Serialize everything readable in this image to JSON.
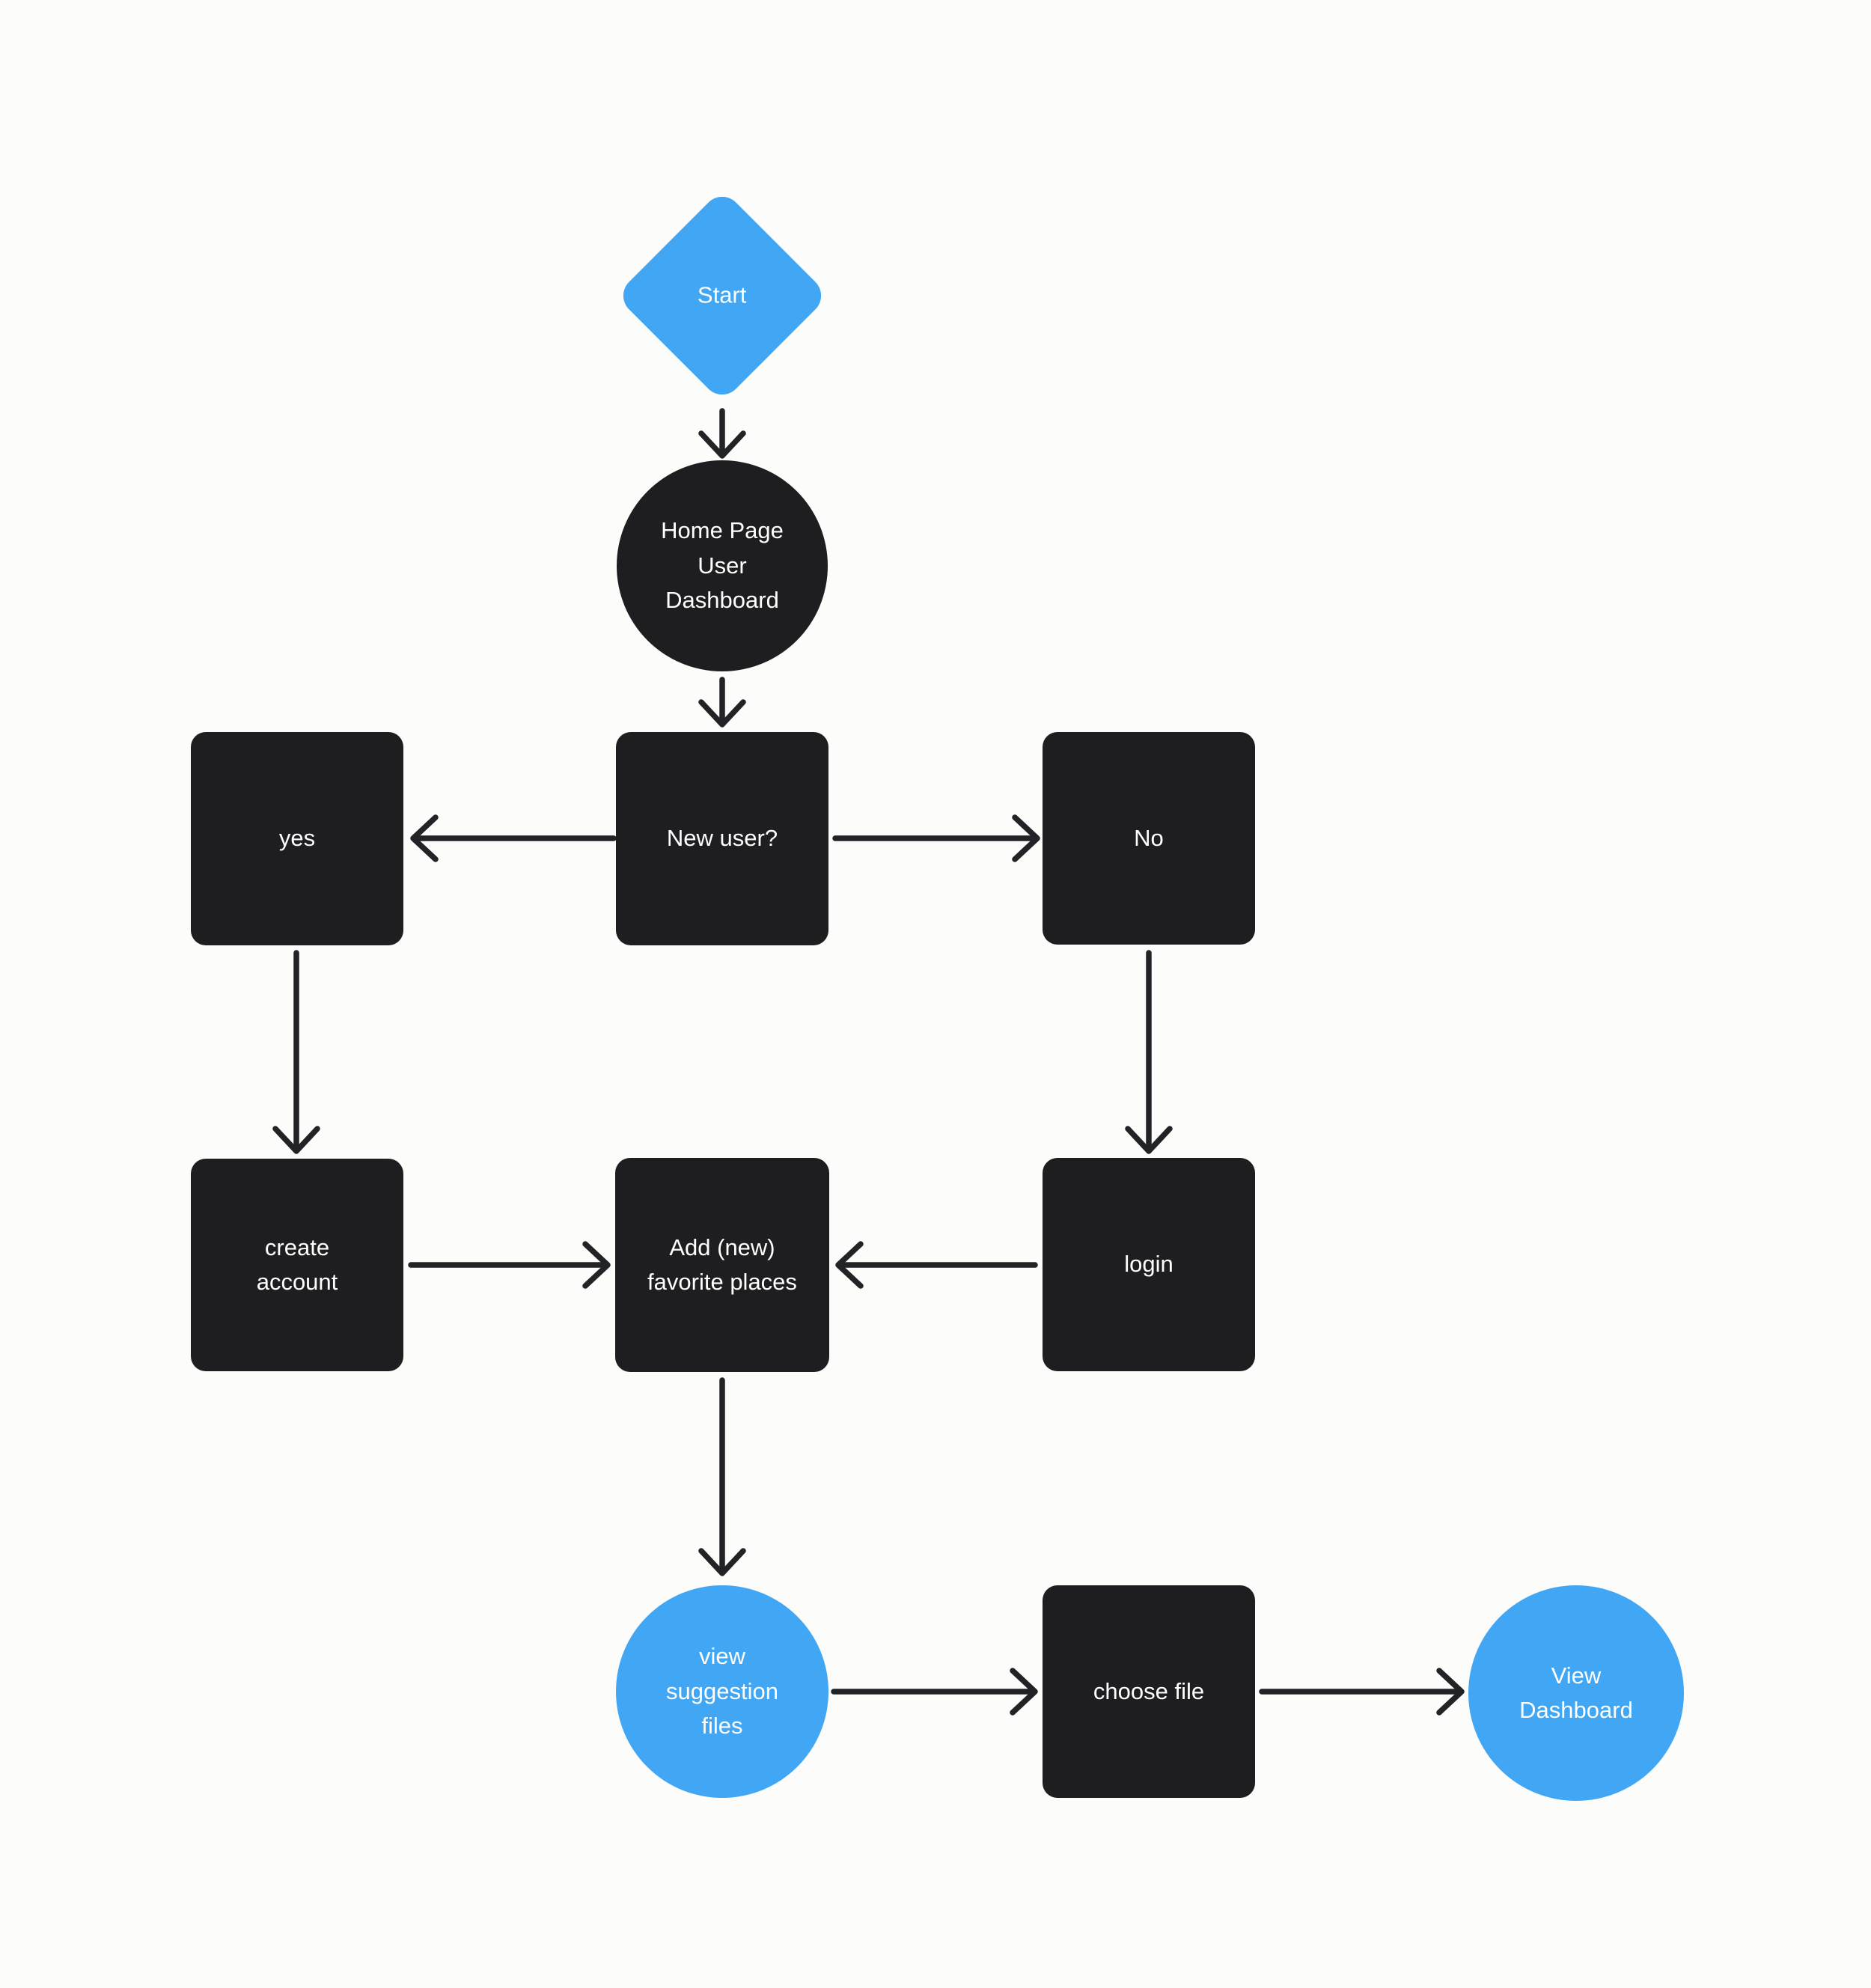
{
  "canvas": {
    "background": "#FCFCFB"
  },
  "colors": {
    "accent_blue": "#41A7F5",
    "node_dark": "#1E1E20",
    "arrow": "#222326",
    "label_text": "#FFFFFF"
  },
  "nodes": {
    "start": {
      "label": "Start",
      "shape": "diamond",
      "color": "blue"
    },
    "home_page": {
      "label": "Home Page\nUser\nDashboard",
      "shape": "circle",
      "color": "dark"
    },
    "new_user": {
      "label": "New user?",
      "shape": "square",
      "color": "dark"
    },
    "yes": {
      "label": "yes",
      "shape": "square",
      "color": "dark"
    },
    "no": {
      "label": "No",
      "shape": "square",
      "color": "dark"
    },
    "create_account": {
      "label": "create\naccount",
      "shape": "square",
      "color": "dark"
    },
    "add_favorite_places": {
      "label": "Add (new)\nfavorite places",
      "shape": "square",
      "color": "dark"
    },
    "login": {
      "label": "login",
      "shape": "square",
      "color": "dark"
    },
    "view_suggestion_files": {
      "label": "view\nsuggestion\nfiles",
      "shape": "circle",
      "color": "blue"
    },
    "choose_file": {
      "label": "choose file",
      "shape": "square",
      "color": "dark"
    },
    "view_dashboard": {
      "label": "View\nDashboard",
      "shape": "circle",
      "color": "blue"
    }
  },
  "edges": [
    {
      "from": "start",
      "to": "home_page",
      "direction": "down"
    },
    {
      "from": "home_page",
      "to": "new_user",
      "direction": "down"
    },
    {
      "from": "new_user",
      "to": "yes",
      "direction": "left"
    },
    {
      "from": "new_user",
      "to": "no",
      "direction": "right"
    },
    {
      "from": "yes",
      "to": "create_account",
      "direction": "down"
    },
    {
      "from": "no",
      "to": "login",
      "direction": "down"
    },
    {
      "from": "create_account",
      "to": "add_favorite_places",
      "direction": "right"
    },
    {
      "from": "login",
      "to": "add_favorite_places",
      "direction": "left"
    },
    {
      "from": "add_favorite_places",
      "to": "view_suggestion_files",
      "direction": "down"
    },
    {
      "from": "view_suggestion_files",
      "to": "choose_file",
      "direction": "right"
    },
    {
      "from": "choose_file",
      "to": "view_dashboard",
      "direction": "right"
    }
  ]
}
